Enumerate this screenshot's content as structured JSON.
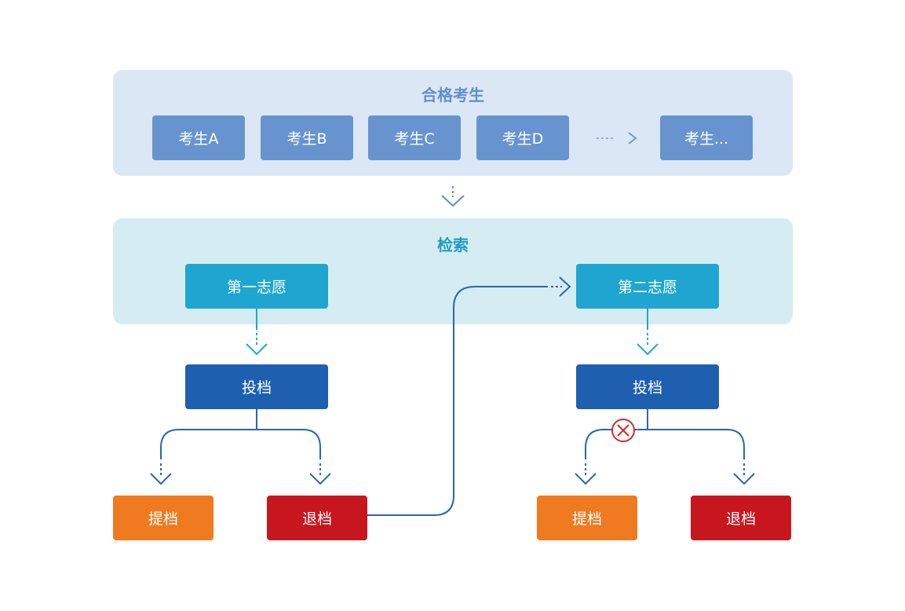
{
  "candidates_panel": {
    "title": "合格考生",
    "candidates": [
      "考生A",
      "考生B",
      "考生C",
      "考生D",
      "考生..."
    ]
  },
  "search_panel": {
    "title": "检索",
    "first_choice": "第一志愿",
    "second_choice": "第二志愿"
  },
  "branch_first": {
    "cast": "投档",
    "accept": "提档",
    "reject": "退档"
  },
  "branch_second": {
    "cast": "投档",
    "accept": "提档",
    "reject": "退档"
  },
  "colors": {
    "candidate_box": "#6794cf",
    "choice_box": "#1ea6d0",
    "cast_box": "#1f5fb0",
    "accept_box": "#ef7a1f",
    "reject_box": "#c8161f",
    "connector": "#2a66b3",
    "blocked_marker": "#d42a2a"
  }
}
